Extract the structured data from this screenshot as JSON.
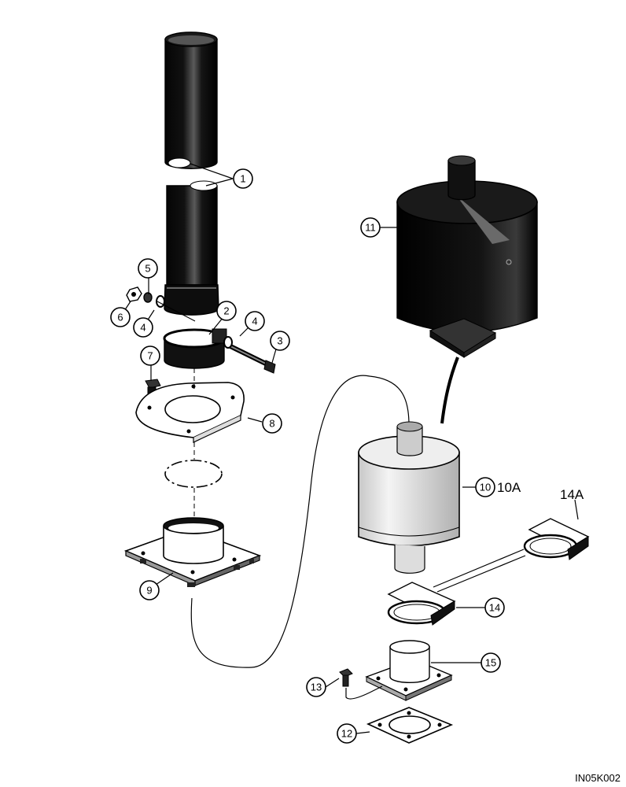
{
  "figure_code": "IN05K002",
  "callouts": {
    "c1": "1",
    "c2": "2",
    "c3": "3",
    "c4a": "4",
    "c4b": "4",
    "c5": "5",
    "c6": "6",
    "c7": "7",
    "c8": "8",
    "c9": "9",
    "c10": "10",
    "c11": "11",
    "c12": "12",
    "c13": "13",
    "c14": "14",
    "c15": "15"
  },
  "labels": {
    "alt10": "10A",
    "alt14": "14A"
  }
}
